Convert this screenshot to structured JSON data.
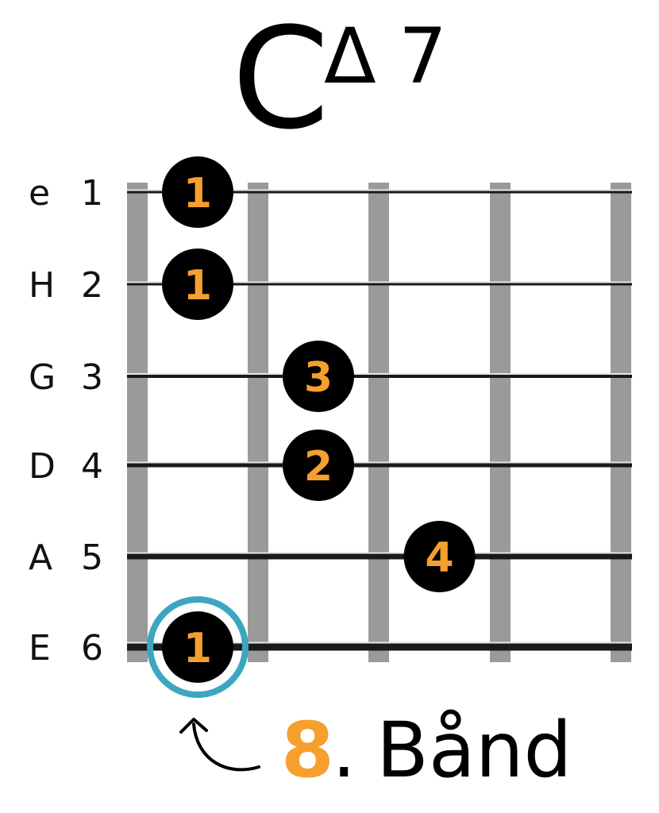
{
  "chord": {
    "root": "C",
    "quality_symbol": "Δ",
    "extension": "7"
  },
  "strings": [
    {
      "name": "e",
      "number": "1"
    },
    {
      "name": "H",
      "number": "2"
    },
    {
      "name": "G",
      "number": "3"
    },
    {
      "name": "D",
      "number": "4"
    },
    {
      "name": "A",
      "number": "5"
    },
    {
      "name": "E",
      "number": "6"
    }
  ],
  "fingerings": [
    {
      "string": 1,
      "fret": 1,
      "finger": "1"
    },
    {
      "string": 2,
      "fret": 1,
      "finger": "1"
    },
    {
      "string": 3,
      "fret": 2,
      "finger": "3"
    },
    {
      "string": 4,
      "fret": 2,
      "finger": "2"
    },
    {
      "string": 5,
      "fret": 3,
      "finger": "4"
    },
    {
      "string": 6,
      "fret": 1,
      "finger": "1",
      "root": true
    }
  ],
  "fret_marker": {
    "number": "8",
    "separator": ".",
    "label": "Bånd"
  },
  "colors": {
    "dot": "#000000",
    "finger_text": "#f5a02e",
    "fret_bar": "#9a9a9a",
    "string": "#1a1a1a",
    "root_ring": "#3ca6c0",
    "fret_number": "#f5a02e",
    "text": "#000000"
  }
}
